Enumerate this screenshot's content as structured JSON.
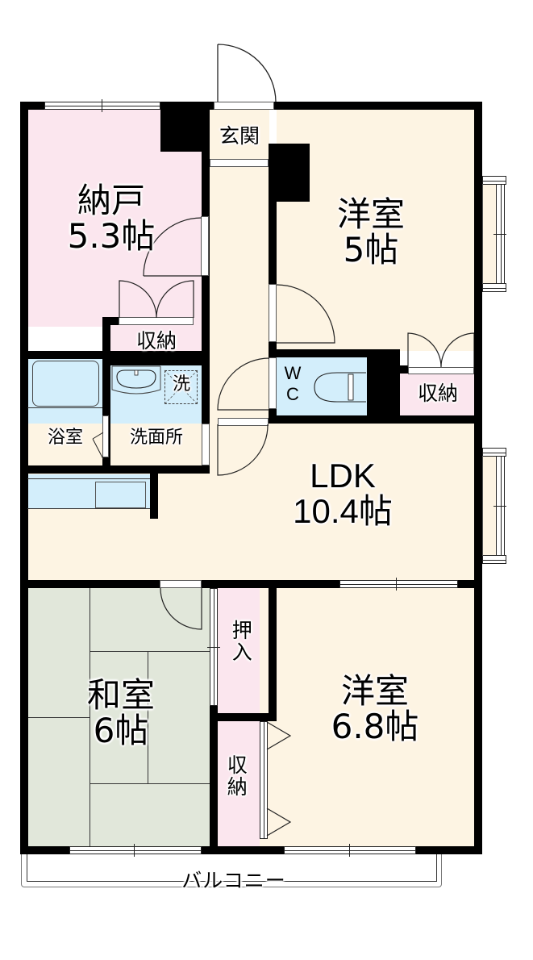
{
  "floor_plan": {
    "rooms": {
      "storage_room": {
        "name": "納戸",
        "size": "5.3帖"
      },
      "western_room_1": {
        "name": "洋室",
        "size": "5帖"
      },
      "ldk": {
        "name": "LDK",
        "size": "10.4帖"
      },
      "japanese_room": {
        "name": "和室",
        "size": "6帖"
      },
      "western_room_2": {
        "name": "洋室",
        "size": "6.8帖"
      }
    },
    "areas": {
      "entrance": "玄関",
      "closet_storage_room": "収納",
      "closet_western_1": "収納",
      "closet_western_2": "収納",
      "oshiire": "押入",
      "bathroom": "浴室",
      "washroom": "洗面所",
      "washer": "洗",
      "toilet_w": "W",
      "toilet_c": "C",
      "balcony": "バルコニー"
    },
    "colors": {
      "wall": "#000000",
      "pink": "#fbe6ee",
      "cream": "#fdf4e3",
      "blue": "#d3eefb",
      "green": "#e1e7da"
    }
  }
}
